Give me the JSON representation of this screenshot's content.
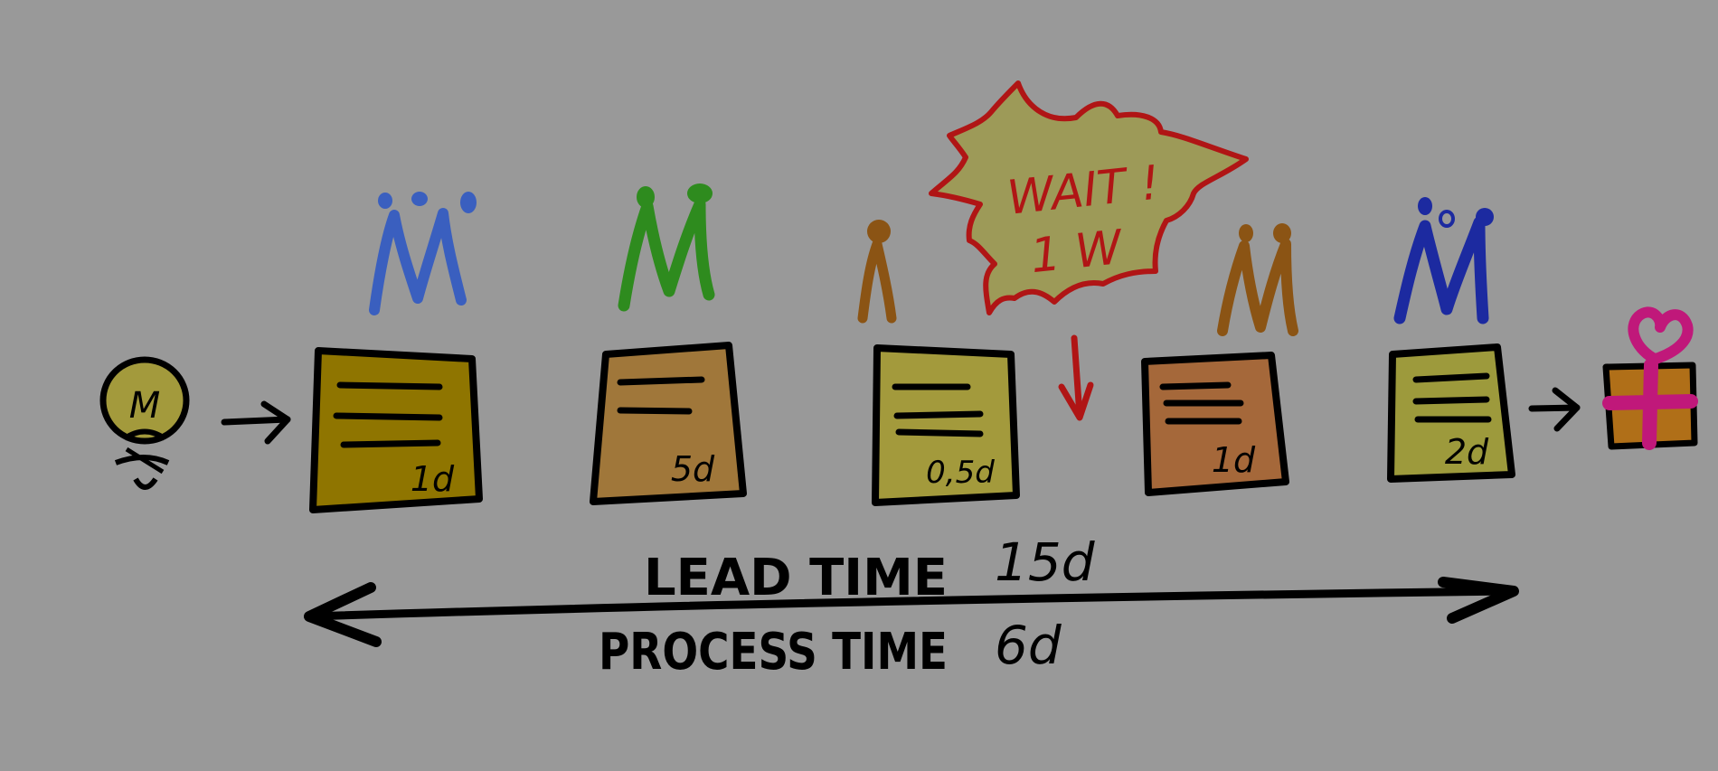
{
  "idea": {
    "letter": "M"
  },
  "steps": [
    {
      "duration": "1d",
      "fill": "#8f7500",
      "team_color": "#3a5fbf",
      "people": 3
    },
    {
      "duration": "5d",
      "fill": "#a0773a",
      "team_color": "#2e8b1e",
      "people": 2
    },
    {
      "duration": "0,5d",
      "fill": "#a39a3c",
      "team_color": "#8b5414",
      "people": 1
    },
    {
      "duration": "1d",
      "fill": "#a5683a",
      "team_color": "#8b5414",
      "people": 2
    },
    {
      "duration": "2d",
      "fill": "#9d9a3c",
      "team_color": "#1c2aa0",
      "people": 3
    }
  ],
  "wait": {
    "line1": "WAIT !",
    "line2": "1 W",
    "color": "#b01515",
    "fill": "#9d9a58"
  },
  "lead_time": {
    "label": "LEAD TIME",
    "value": "15d"
  },
  "process_time": {
    "label": "PROCESS TIME",
    "value": "6d"
  },
  "colors": {
    "background": "#999999",
    "ink": "#000000",
    "gift_box": "#b06f18",
    "gift_ribbon": "#c0187a",
    "bulb": "#a39a3c"
  }
}
